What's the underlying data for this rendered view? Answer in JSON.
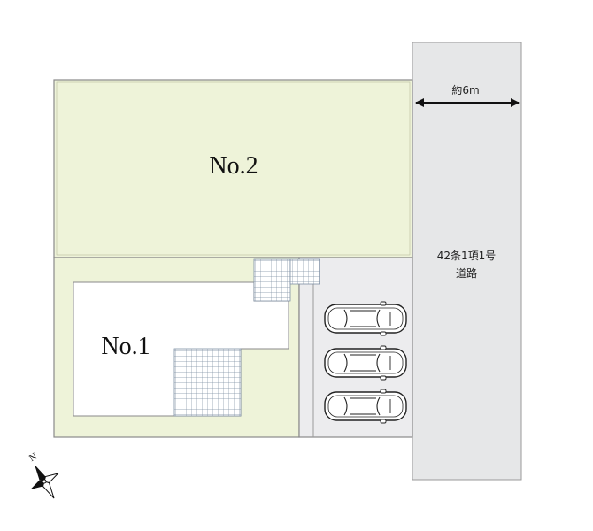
{
  "lots": [
    {
      "id": "lot-2",
      "label": "No.2"
    },
    {
      "id": "lot-1",
      "label": "No.1"
    }
  ],
  "road": {
    "width_label": "約6m",
    "type_line1": "42条1項1号",
    "type_line2": "道路"
  },
  "compass": {
    "north_label": "N"
  },
  "colors": {
    "lot_fill": "#eef3d9",
    "building_fill": "#ffffff",
    "road_fill": "#e6e7e8",
    "parking_fill": "#ececee",
    "outline": "#8a8a8a",
    "tile_grid": "#7d8fa3"
  },
  "parking": {
    "car_count": 3
  }
}
